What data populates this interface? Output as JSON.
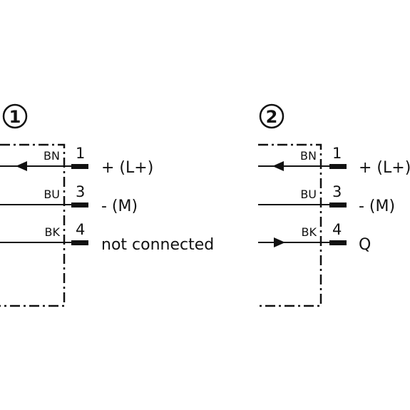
{
  "colors": {
    "line": "#111111",
    "background": "#ffffff"
  },
  "diagrams": [
    {
      "number": "1",
      "wires": [
        {
          "color_code": "BN",
          "pin": "1",
          "signal": "+ (L+)",
          "arrow": "left"
        },
        {
          "color_code": "BU",
          "pin": "3",
          "signal": "- (M)",
          "arrow": "none"
        },
        {
          "color_code": "BK",
          "pin": "4",
          "signal": "not connected",
          "arrow": "none"
        }
      ]
    },
    {
      "number": "2",
      "wires": [
        {
          "color_code": "BN",
          "pin": "1",
          "signal": "+ (L+)",
          "arrow": "left"
        },
        {
          "color_code": "BU",
          "pin": "3",
          "signal": "- (M)",
          "arrow": "none"
        },
        {
          "color_code": "BK",
          "pin": "4",
          "signal": "Q",
          "arrow": "right"
        }
      ]
    }
  ]
}
